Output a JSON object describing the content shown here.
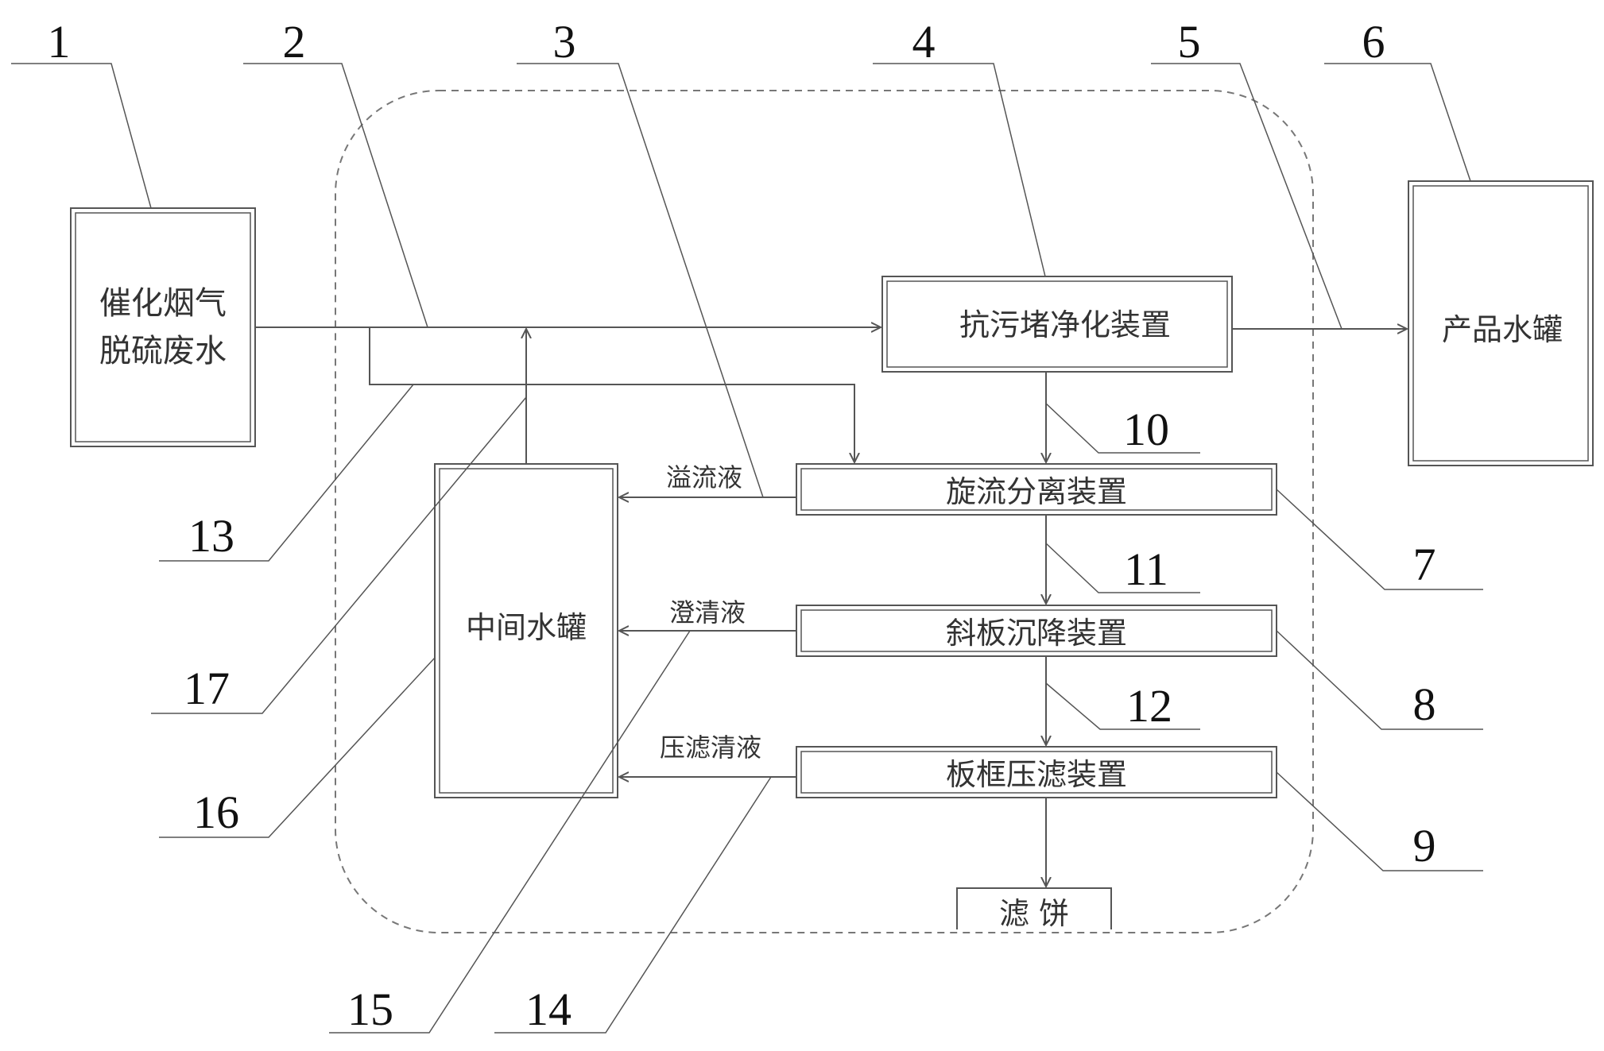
{
  "boxes": {
    "feed_line1": "催化烟气",
    "feed_line2": "脱硫废水",
    "purifier": "抗污堵净化装置",
    "product_tank": "产品水罐",
    "cyclone": "旋流分离装置",
    "inclined_plate": "斜板沉降装置",
    "filter_press": "板框压滤装置",
    "intermediate_tank": "中间水罐",
    "filter_cake": "滤 饼"
  },
  "flows": {
    "overflow": "溢流液",
    "clarified": "澄清液",
    "filtrate": "压滤清液"
  },
  "callouts": [
    "1",
    "2",
    "3",
    "4",
    "5",
    "6",
    "7",
    "8",
    "9",
    "10",
    "11",
    "12",
    "13",
    "14",
    "15",
    "16",
    "17"
  ],
  "colors": {
    "line": "#555555",
    "text": "#333333",
    "dashed_boundary": "#777777"
  }
}
